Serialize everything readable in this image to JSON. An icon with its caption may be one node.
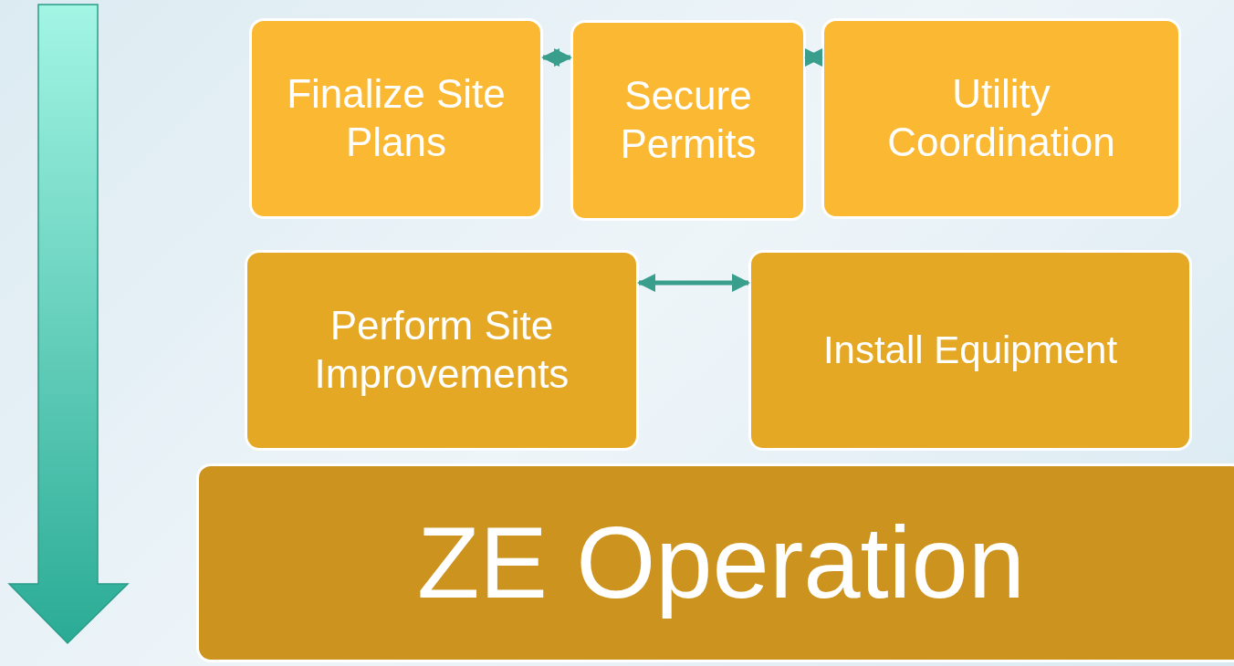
{
  "diagram": {
    "nodes": [
      {
        "text": [
          "Finalize Site Plans"
        ]
      },
      {
        "text": [
          "Secure Permits"
        ]
      },
      {
        "text": [
          "Utility Coordination"
        ]
      },
      {
        "text": [
          "Perform Site Improvements"
        ]
      },
      {
        "text": [
          "Install Equipment"
        ]
      },
      {
        "text": [
          "ZE Operation"
        ]
      }
    ],
    "edges": [
      {
        "from": 0,
        "to": 1,
        "arrow": "both"
      },
      {
        "from": 1,
        "to": 2,
        "arrow": "both"
      },
      {
        "from": 3,
        "to": 4,
        "arrow": "both"
      }
    ]
  }
}
